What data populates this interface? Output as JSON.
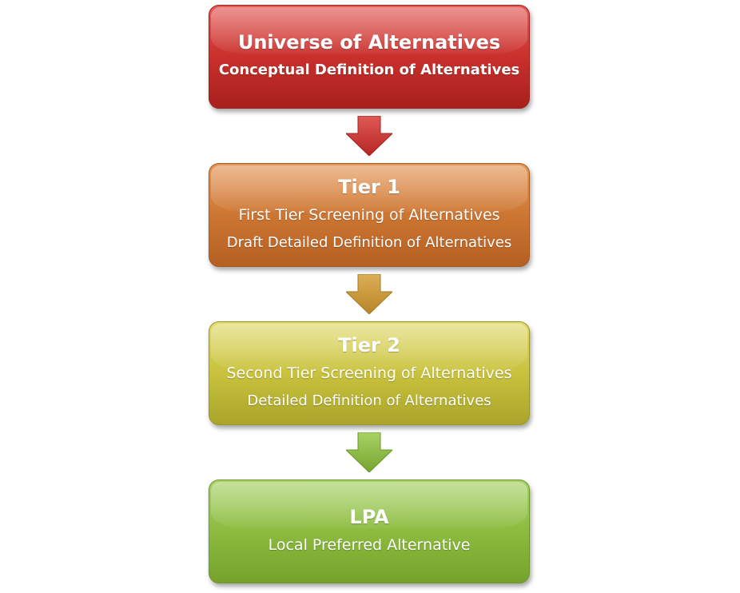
{
  "steps": [
    {
      "title": "Universe of Alternatives",
      "lines": [
        "Conceptual Definition of Alternatives"
      ],
      "color": "#c9302c"
    },
    {
      "title": "Tier 1",
      "lines": [
        "First Tier Screening of Alternatives",
        "Draft Detailed Definition of Alternatives"
      ],
      "color": "#cd7633"
    },
    {
      "title": "Tier 2",
      "lines": [
        "Second Tier Screening of Alternatives",
        "Detailed Definition of Alternatives"
      ],
      "color": "#c8c23e"
    },
    {
      "title": "LPA",
      "lines": [
        "Local Preferred Alternative"
      ],
      "color": "#8cbb3f"
    }
  ],
  "arrows": [
    {
      "color": "#c9302c"
    },
    {
      "color": "#c8962f"
    },
    {
      "color": "#8cbb3f"
    }
  ]
}
